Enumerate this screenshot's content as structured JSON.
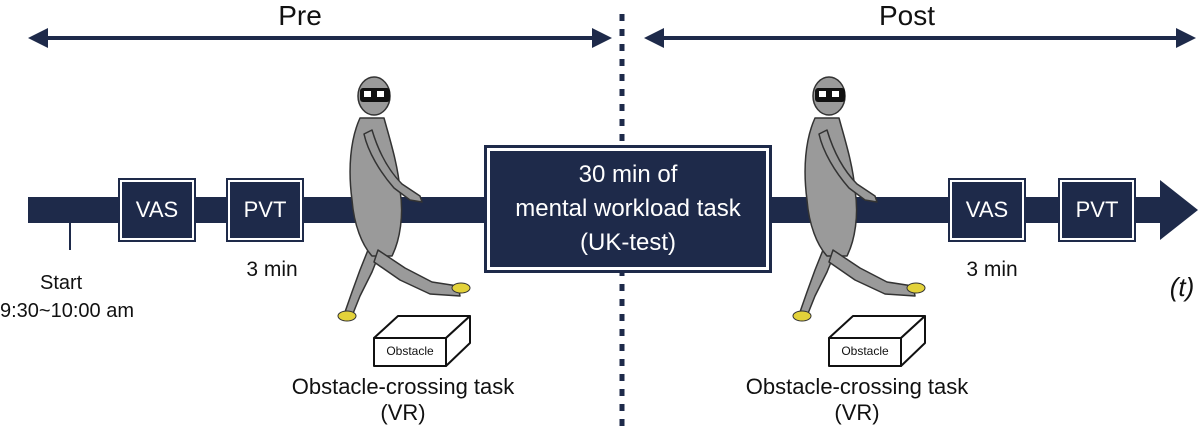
{
  "phases": {
    "pre": "Pre",
    "post": "Post"
  },
  "timeline": {
    "start_label": "Start",
    "start_time": "9:30~10:00 am",
    "axis_symbol": "(t)"
  },
  "pre": {
    "vas": "VAS",
    "pvt": "PVT",
    "duration": "3 min",
    "obstacle_label": "Obstacle",
    "task_title": "Obstacle-crossing task",
    "task_sub": "(VR)"
  },
  "middle": {
    "line1": "30 min of",
    "line2": "mental workload task",
    "line3": "(UK-test)"
  },
  "post": {
    "vas": "VAS",
    "pvt": "PVT",
    "duration": "3 min",
    "obstacle_label": "Obstacle",
    "task_title": "Obstacle-crossing task",
    "task_sub": "(VR)"
  },
  "colors": {
    "navy": "#1e2a4a",
    "figure": "#9a9a9a",
    "shoe": "#e3d23a"
  },
  "icons": [
    "walking-person-icon",
    "vr-headset-icon",
    "obstacle-box-icon"
  ]
}
